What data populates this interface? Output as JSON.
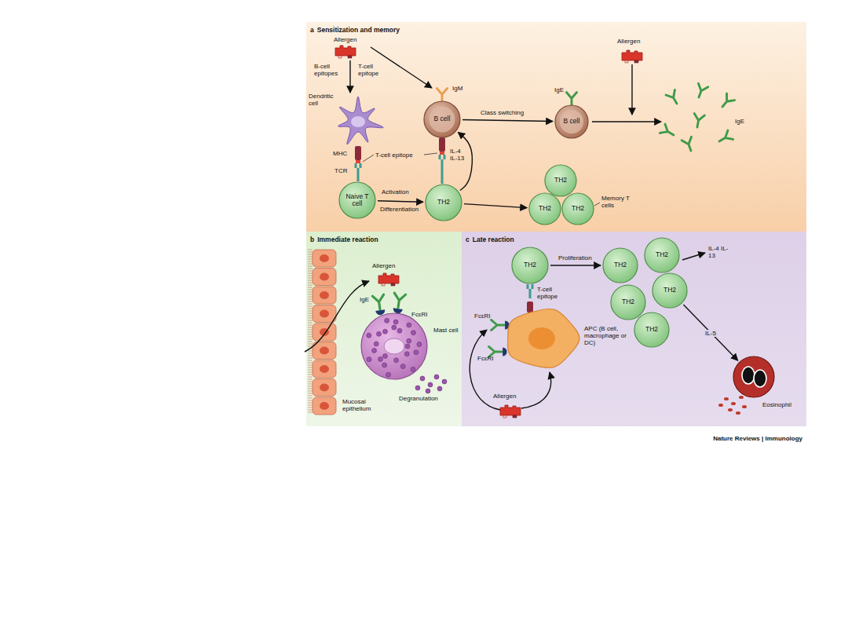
{
  "diagram": {
    "nodes": [
      {
        "text": [
          "a",
          "Sensitization and memory"
        ]
      },
      {
        "text": [
          "Dendritic cell"
        ],
        "in": 0
      },
      {
        "text": [
          "Naive T cell"
        ],
        "in": 0
      },
      {
        "text": [
          "B cell"
        ],
        "in": 0
      },
      {
        "text": [
          "TH2"
        ],
        "in": 0
      },
      {
        "text": [
          "B cell"
        ],
        "in": 0
      },
      {
        "text": [
          "TH2"
        ],
        "in": 0
      },
      {
        "text": [
          "TH2"
        ],
        "in": 0
      },
      {
        "text": [
          "TH2"
        ],
        "in": 0
      },
      {
        "text": [
          "b",
          "Immediate reaction"
        ]
      },
      {
        "text": [
          "Mast cell"
        ],
        "in": 9
      },
      {
        "text": [
          "c",
          "Late reaction"
        ]
      },
      {
        "text": [
          "TH2"
        ],
        "in": 11
      },
      {
        "text": [
          "APC (B cell, macrophage or DC)"
        ],
        "in": 11
      },
      {
        "text": [
          "TH2"
        ],
        "in": 11
      },
      {
        "text": [
          "TH2"
        ],
        "in": 11
      },
      {
        "text": [
          "TH2"
        ],
        "in": 11
      },
      {
        "text": [
          "TH2"
        ],
        "in": 11
      },
      {
        "text": [
          "TH2"
        ],
        "in": 11
      },
      {
        "text": [
          "Eosinophil"
        ],
        "in": 11
      }
    ],
    "edges": [
      {
        "from": 2,
        "to": 4,
        "arrow": "to",
        "label": "Activation"
      },
      {
        "from": 4,
        "to": 3,
        "arrow": "to",
        "label": "IL-4 IL-13"
      },
      {
        "from": 3,
        "to": 5,
        "arrow": "to",
        "label": "Class switching"
      },
      {
        "from": 4,
        "to": 7,
        "arrow": "to"
      },
      {
        "from": 12,
        "to": 14,
        "arrow": "to",
        "label": "Proliferation"
      },
      {
        "from": 17,
        "to": 19,
        "arrow": "to",
        "label": "IL-5"
      }
    ],
    "labels": [
      "Allergen",
      "B-cell epitopes",
      "T-cell epitope",
      "IgM",
      "MHC",
      "T-cell epitope",
      "TCR",
      "Differentiation",
      "IgE",
      "Allergen",
      "IgE",
      "Memory T cells",
      "Allergen",
      "IgE",
      "FcεRI",
      "Degranulation",
      "Mucosal epithelium",
      "T-cell epitope",
      "FcεRI",
      "FcεRI",
      "Allergen",
      "IL-4 IL-13",
      "Nature Reviews | Immunology"
    ]
  }
}
